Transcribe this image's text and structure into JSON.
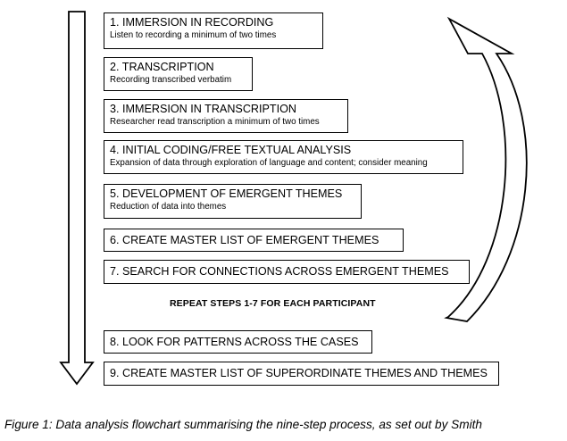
{
  "steps": [
    {
      "title": "1. IMMERSION IN RECORDING",
      "subtitle": "Listen to recording a minimum of two times"
    },
    {
      "title": "2. TRANSCRIPTION",
      "subtitle": "Recording transcribed verbatim"
    },
    {
      "title": "3. IMMERSION IN TRANSCRIPTION",
      "subtitle": "Researcher read transcription a minimum of two times"
    },
    {
      "title": "4. INITIAL CODING/FREE TEXTUAL ANALYSIS",
      "subtitle": "Expansion of data through exploration of language and content; consider meaning"
    },
    {
      "title": "5. DEVELOPMENT OF EMERGENT THEMES",
      "subtitle": "Reduction of data into themes"
    },
    {
      "title": "6. CREATE MASTER LIST OF EMERGENT THEMES"
    },
    {
      "title": "7. SEARCH FOR CONNECTIONS ACROSS EMERGENT THEMES"
    },
    {
      "title": "8. LOOK FOR PATTERNS ACROSS THE CASES"
    },
    {
      "title": "9. CREATE MASTER LIST OF SUPERORDINATE THEMES AND THEMES"
    }
  ],
  "repeat_note": "REPEAT STEPS 1-7 FOR EACH PARTICIPANT",
  "caption": "Figure 1: Data analysis flowchart summarising the nine-step process, as set out by Smith"
}
